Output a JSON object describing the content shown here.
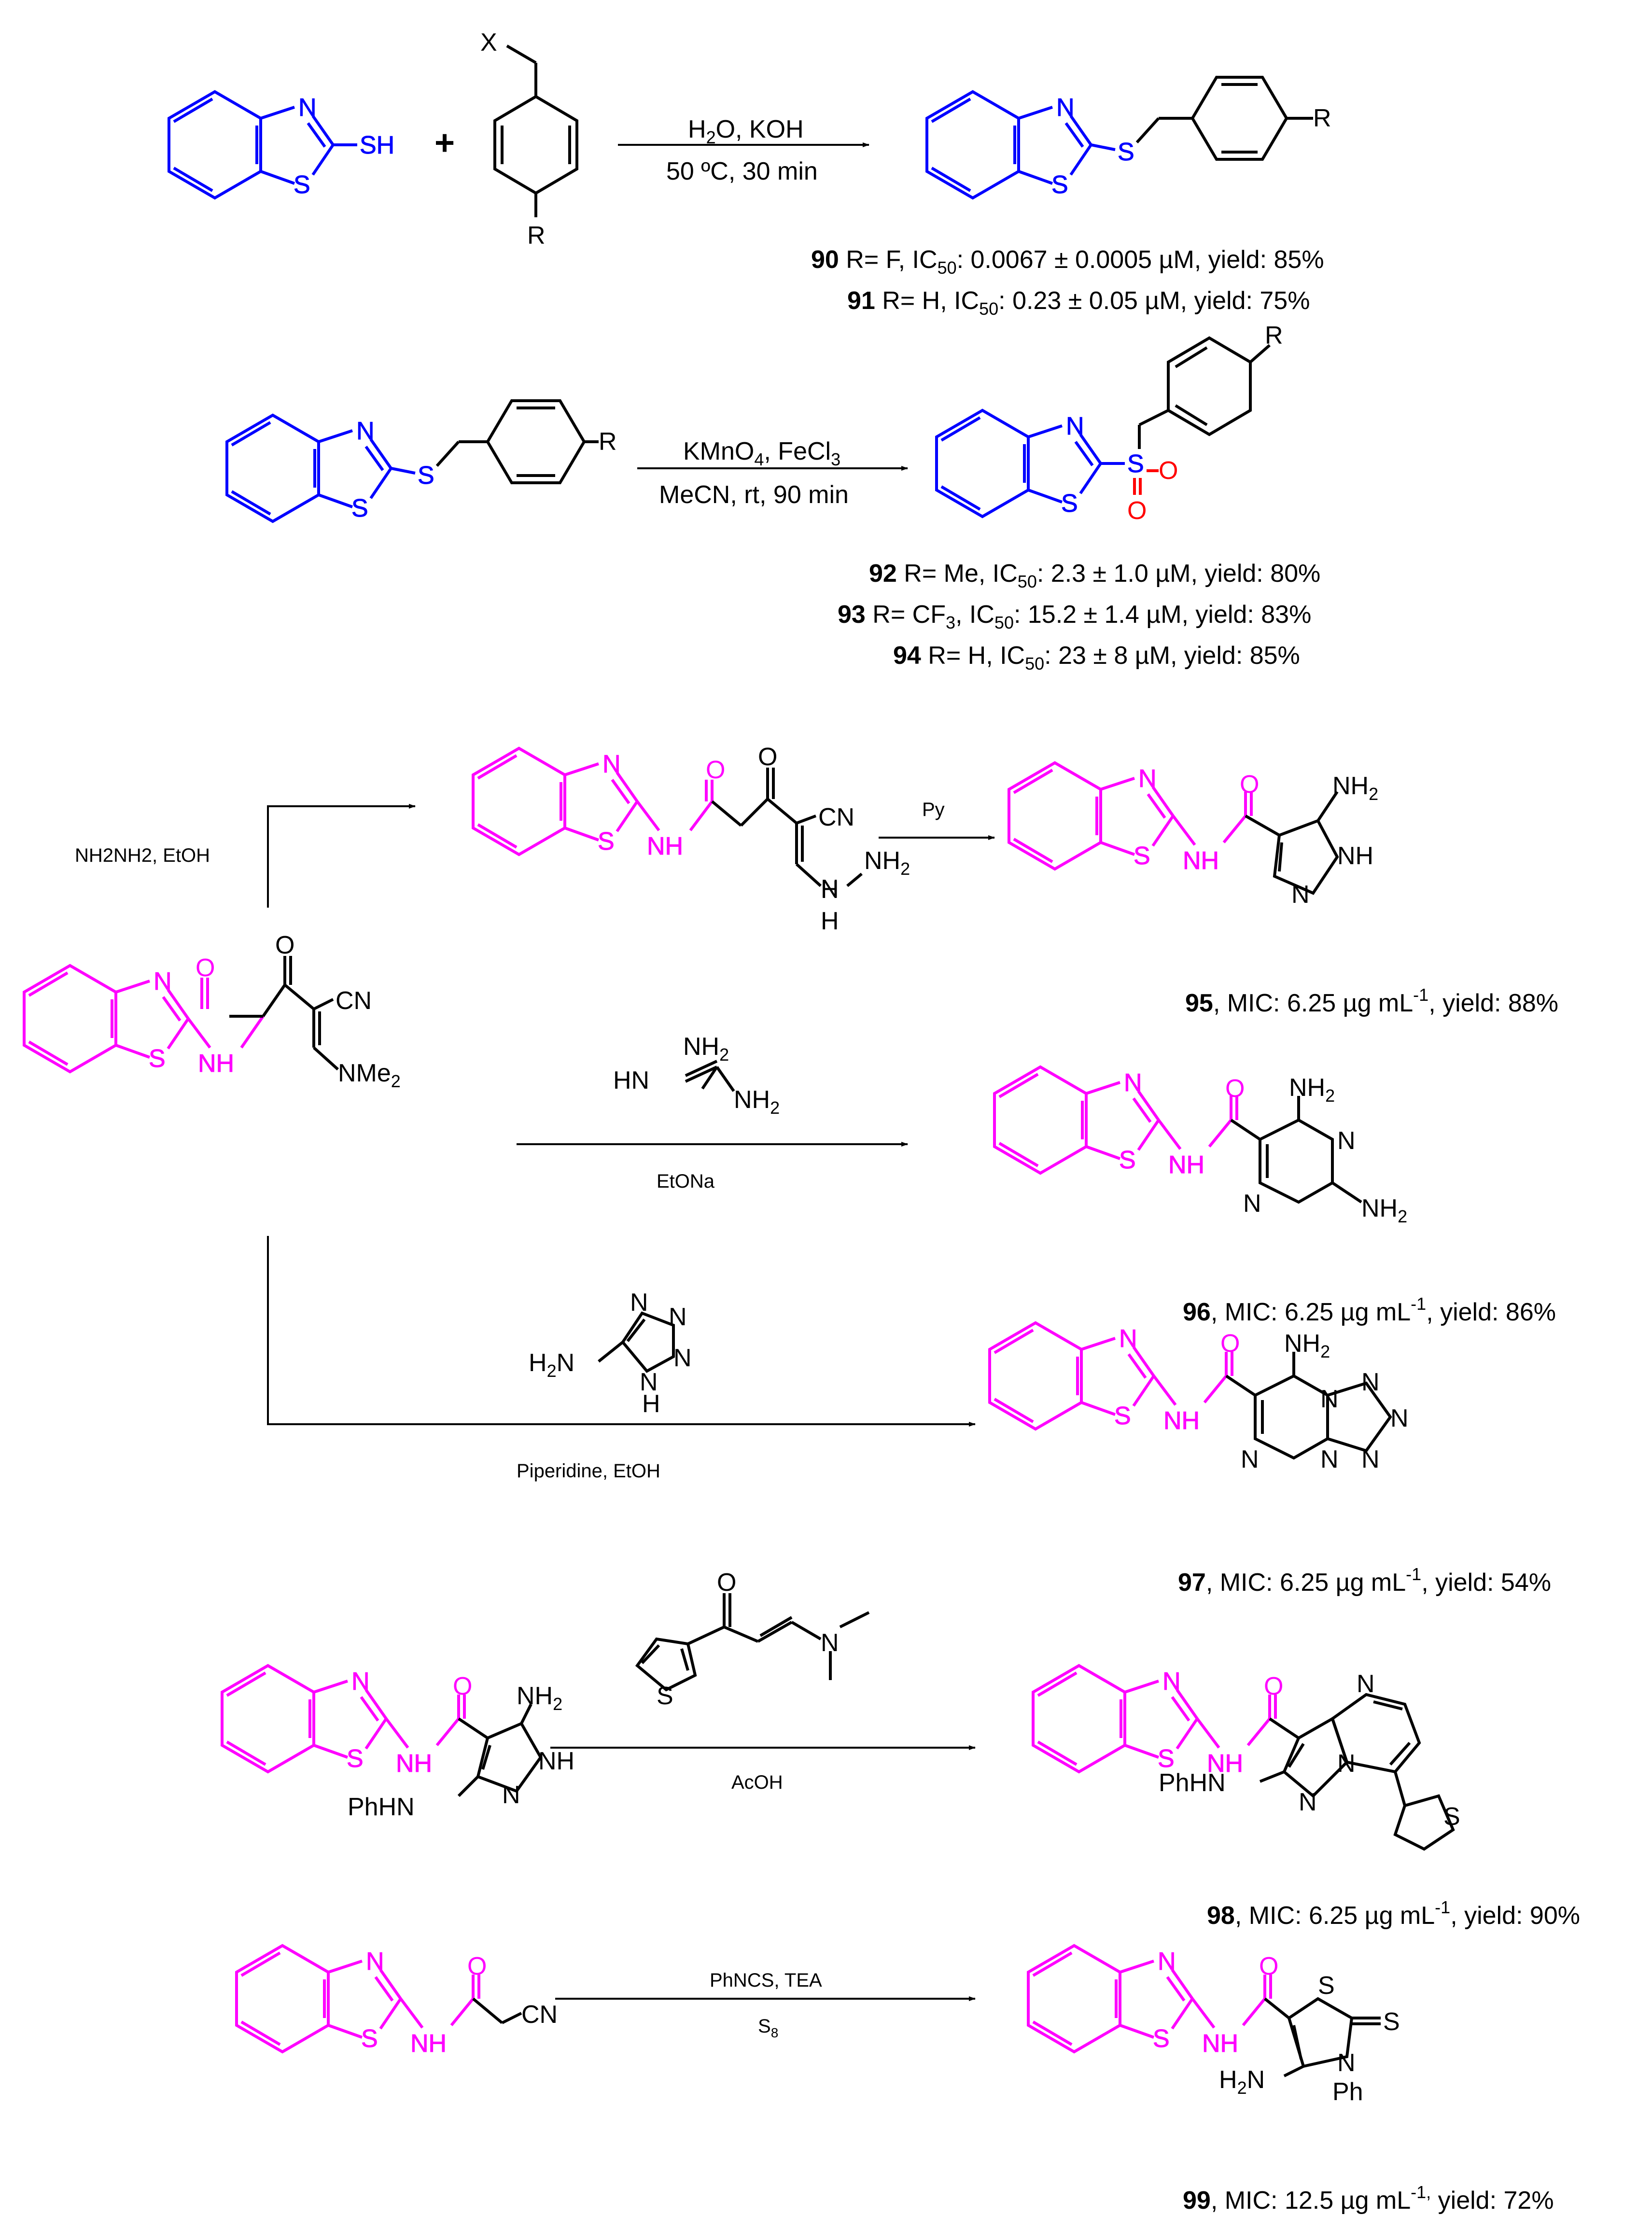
{
  "colors": {
    "blue": "#0000ff",
    "magenta": "#ff00ff",
    "red": "#ff0000",
    "black": "#000000"
  },
  "scheme1": {
    "reactant1_sh": "SH",
    "plus": "+",
    "reactant2_x": "X",
    "reactant2_r": "R",
    "cond1_a": "H",
    "cond1_a_sub": "2",
    "cond1_b": "O, KOH",
    "cond2": "50 ºC, 30 min",
    "product_r": "R",
    "rows": [
      {
        "num": "90",
        "pre": "R= F, IC",
        "sub": "50",
        "post": ":   0.0067 ± 0.0005 µM, yield: 85%"
      },
      {
        "num": "91",
        "pre": "R= H, IC",
        "sub": "50",
        "post": ": 0.23 ± 0.05 µM, yield: 75%"
      }
    ]
  },
  "scheme2": {
    "reactant_r": "R",
    "cond1_a": "KMnO",
    "cond1_sub": "4",
    "cond1_b": ", FeCl",
    "cond1_sub2": "3",
    "cond2": "MeCN, rt, 90 min",
    "product_r": "R",
    "rows": [
      {
        "num": "92",
        "pre": "R= Me, IC",
        "sub": "50",
        "post": ":   2.3 ± 1.0 µM, yield: 80%"
      },
      {
        "num": "93",
        "pre": "R= CF",
        "sub3": "3",
        "pre2": ", IC",
        "sub": "50",
        "post": ":   15.2 ± 1.4 µM, yield: 83%"
      },
      {
        "num": "94",
        "pre": "R= H, IC",
        "sub": "50",
        "post": ":   23 ± 8 µM, yield: 85%"
      }
    ]
  },
  "scheme3": {
    "reagent_top": "NH2NH2, EtOH",
    "reagent_py": "Py",
    "reagent_guanidine_base": "EtONa",
    "reagent_tetrazole_base": "Piperidine, EtOH",
    "start_labels": {
      "cn": "CN",
      "nme2": "NMe2",
      "o": "O",
      "n": "N",
      "nh": "NH",
      "s": "S"
    },
    "products": [
      {
        "num": "95",
        "text": ", MIC:   6.25 µg mL",
        "sup": "-1",
        "tail": ", yield: 88%"
      },
      {
        "num": "96",
        "text": ", MIC:   6.25 µg mL",
        "sup": "-1",
        "tail": ", yield: 86%"
      },
      {
        "num": "97",
        "text": ", MIC:   6.25 µg mL",
        "sup": "-1",
        "tail": ", yield: 54%"
      }
    ]
  },
  "scheme4": {
    "reagent_acoh": "AcOH",
    "reagent_phncs": "PhNCS, TEA",
    "reagent_s8": "S",
    "reagent_s8_sub": "8",
    "products": [
      {
        "num": "98",
        "text": ", MIC:   6.25 µg mL",
        "sup": "-1",
        "tail": ", yield: 90%"
      },
      {
        "num": "99",
        "text": ", MIC:   12.5 µg mL",
        "sup": "-1,",
        "tail": " yield: 72%"
      }
    ]
  }
}
